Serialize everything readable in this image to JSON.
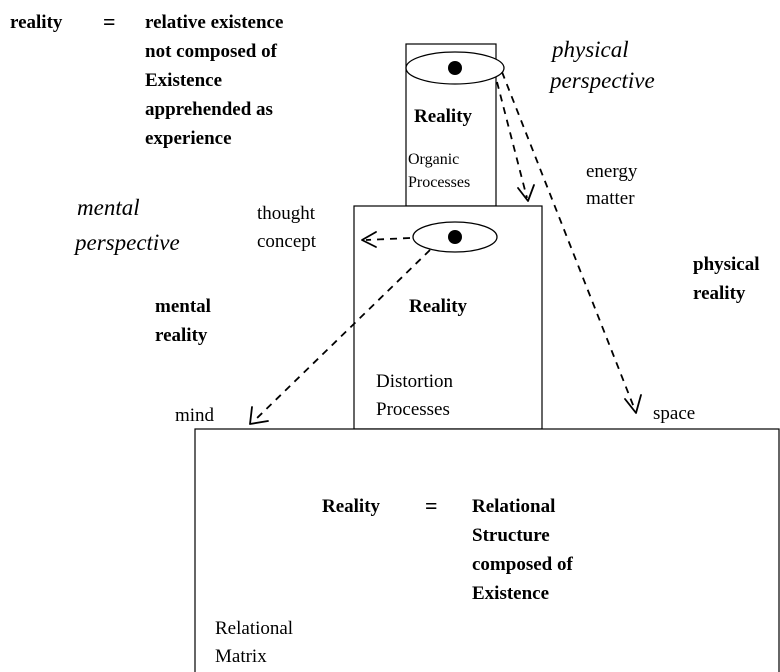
{
  "definition_top": {
    "term": "reality",
    "equals": "=",
    "lines": [
      "relative existence",
      "not composed of",
      "Existence",
      "apprehended as",
      "experience"
    ]
  },
  "physical_perspective": [
    "physical",
    "perspective"
  ],
  "mental_perspective": [
    "mental",
    "perspective"
  ],
  "organic_box": {
    "title": "Reality",
    "lines": [
      "Organic",
      "Processes"
    ]
  },
  "energy_matter": [
    "energy",
    "matter"
  ],
  "thought_concept": [
    "thought",
    "concept"
  ],
  "distortion_box": {
    "title": "Reality",
    "lines": [
      "Distortion",
      "Processes"
    ]
  },
  "mental_reality": [
    "mental",
    "reality"
  ],
  "physical_reality": [
    "physical",
    "reality"
  ],
  "mind_label": "mind",
  "space_label": "space",
  "matrix_box": {
    "term": "Reality",
    "equals": "=",
    "lines": [
      "Relational",
      "Structure",
      "composed of",
      "Existence"
    ],
    "footer": [
      "Relational",
      "Matrix"
    ]
  }
}
